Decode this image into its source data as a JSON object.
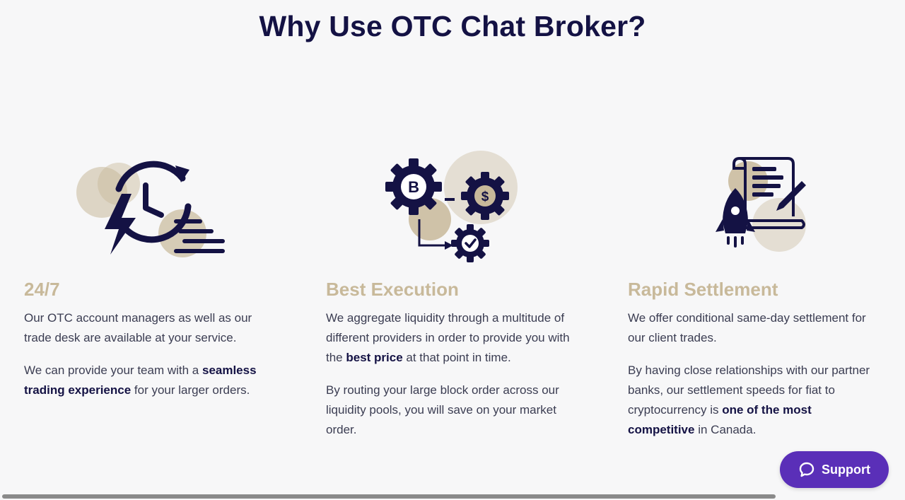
{
  "section": {
    "title": "Why Use OTC Chat Broker?"
  },
  "features": [
    {
      "heading": "24/7",
      "icon": "clock-lightning-icon",
      "p1": {
        "text": "Our OTC account managers as well as our trade desk are available at your service."
      },
      "p2": {
        "pre": "We can provide your team with a ",
        "bold": "seamless trading experience",
        "post": " for your larger orders."
      }
    },
    {
      "heading": "Best Execution",
      "icon": "crypto-gears-icon",
      "p1": {
        "pre": "We aggregate liquidity through a multitude of different providers in order to provide you with the ",
        "bold": "best price",
        "post": " at that point in time."
      },
      "p2": {
        "text": "By routing your large block order across our liquidity pools, you will save on your market order."
      }
    },
    {
      "heading": "Rapid Settlement",
      "icon": "rocket-document-icon",
      "p1": {
        "text": "We offer conditional same-day settlement for our client trades."
      },
      "p2": {
        "pre": "By having close relationships with our partner banks, our settlement speeds for fiat to cryptocurrency is ",
        "bold": "one of the most competitive",
        "post": " in Canada."
      }
    }
  ],
  "support": {
    "label": "Support",
    "icon": "chat-bubble-icon"
  },
  "colors": {
    "background": "#f7f7f8",
    "navy": "#141244",
    "tan": "#c8b99a",
    "support": "#5a2fb8"
  }
}
